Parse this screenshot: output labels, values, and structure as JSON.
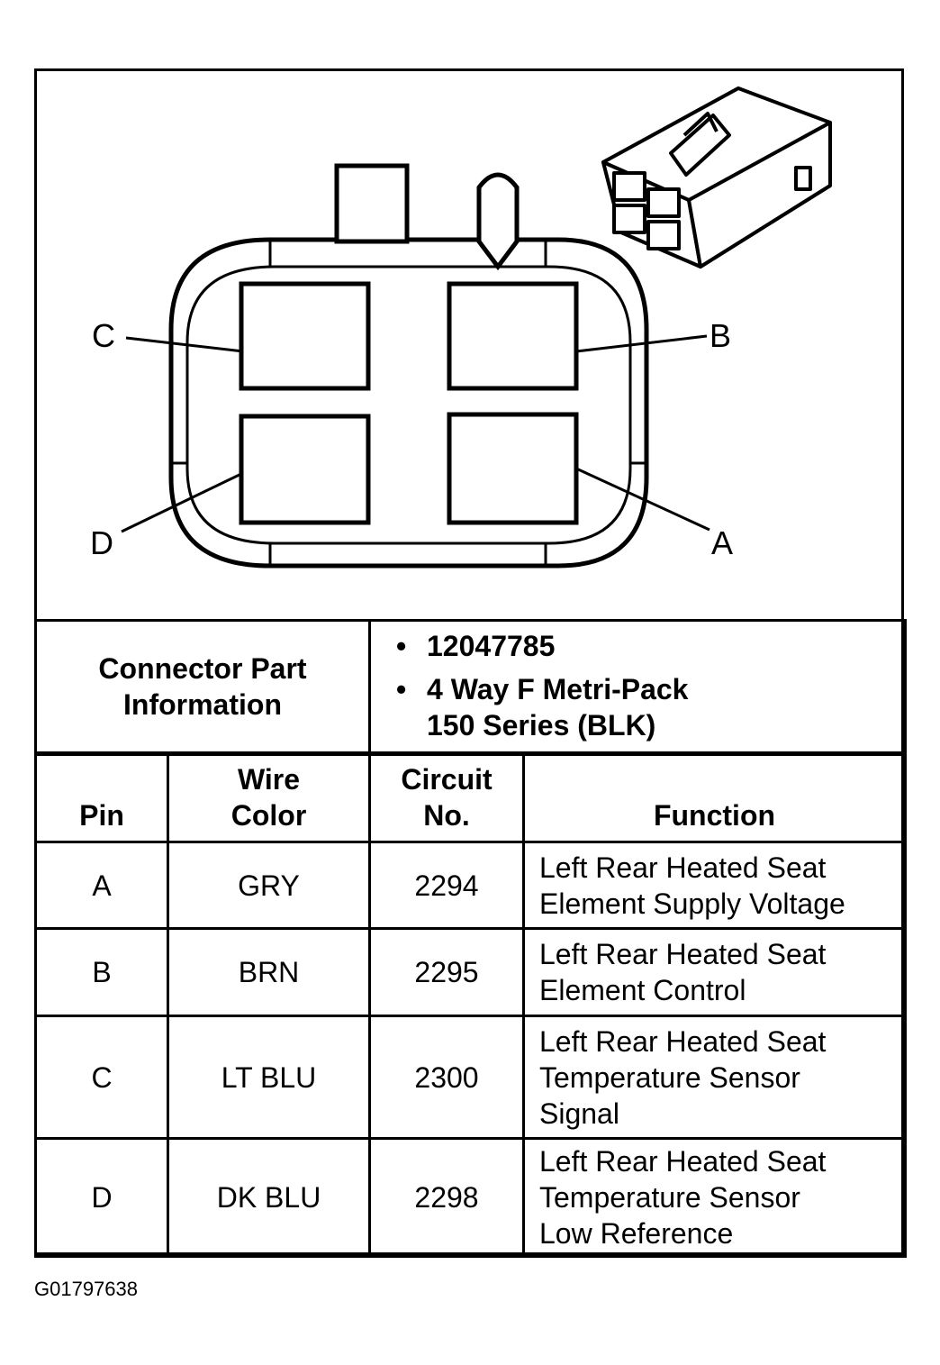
{
  "connector_diagram": {
    "pin_labels": [
      "C",
      "B",
      "D",
      "A"
    ]
  },
  "part_info": {
    "label_line1": "Connector Part",
    "label_line2": "Information",
    "part_number": "12047785",
    "description_line1": "4 Way F Metri-Pack",
    "description_line2": "150 Series (BLK)"
  },
  "pin_table": {
    "headers": {
      "pin": "Pin",
      "wire_color_line1": "Wire",
      "wire_color_line2": "Color",
      "circuit_line1": "Circuit",
      "circuit_line2": "No.",
      "function": "Function"
    },
    "rows": [
      {
        "pin": "A",
        "wire_color": "GRY",
        "circuit": "2294",
        "function_lines": [
          "Left Rear Heated Seat",
          "Element Supply Voltage"
        ]
      },
      {
        "pin": "B",
        "wire_color": "BRN",
        "circuit": "2295",
        "function_lines": [
          "Left Rear Heated Seat",
          "Element Control"
        ]
      },
      {
        "pin": "C",
        "wire_color": "LT BLU",
        "circuit": "2300",
        "function_lines": [
          "Left Rear Heated Seat",
          "Temperature Sensor",
          "Signal"
        ]
      },
      {
        "pin": "D",
        "wire_color": "DK BLU",
        "circuit": "2298",
        "function_lines": [
          "Left Rear Heated Seat",
          "Temperature Sensor",
          "Low Reference"
        ]
      }
    ]
  },
  "figure_id": "G01797638"
}
